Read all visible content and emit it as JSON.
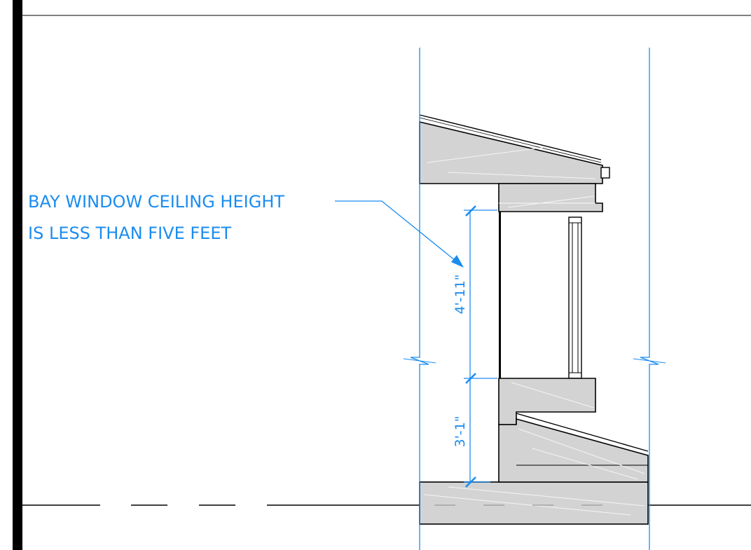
{
  "annotation": {
    "line1": "BAY WINDOW CEILING HEIGHT",
    "line2": "IS LESS THAN FIVE FEET"
  },
  "dimensions": {
    "upper": "4'-11\"",
    "lower": "3'-1\""
  },
  "colors": {
    "annotation": "#1a8cf0",
    "line": "#000000",
    "fill": "#d3d3d3",
    "hatch": "#f2f2f2"
  }
}
